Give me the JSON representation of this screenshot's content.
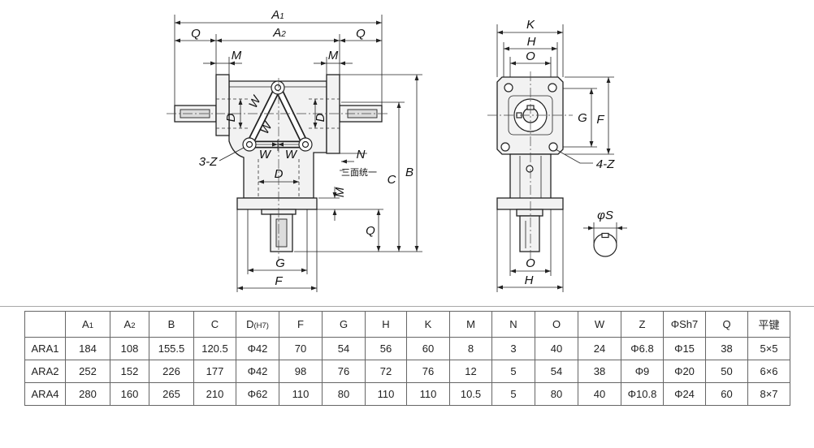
{
  "drawing": {
    "front_view": {
      "a1": {
        "main": "A",
        "sub": "1"
      },
      "a2": {
        "main": "A",
        "sub": "2"
      },
      "q_left": "Q",
      "q_right": "Q",
      "m_left": "M",
      "m_right": "M",
      "w_diagonal_upper": "W",
      "w_diagonal_lower": "W",
      "w_bottom_left": "W",
      "w_bottom_right": "W",
      "d_left": "D",
      "d_right": "D",
      "d_bottom": "D",
      "pivot_holes": "3-Z",
      "n": "N",
      "note": "三面统一",
      "m_vertical": "M",
      "c": "C",
      "b": "B",
      "q_vertical": "Q",
      "g": "G",
      "f": "F"
    },
    "side_view": {
      "k": "K",
      "h_top": "H",
      "o_top": "O",
      "g": "G",
      "f": "F",
      "mount_holes": "4-Z",
      "o_bottom": "O",
      "h_bottom": "H"
    },
    "shaft_section": {
      "s": "φS"
    }
  },
  "table": {
    "headers": [
      {
        "main": "A",
        "sub": "1"
      },
      {
        "main": "A",
        "sub": "2"
      },
      {
        "main": "B"
      },
      {
        "main": "C"
      },
      {
        "main": "D",
        "sub": "(H7)"
      },
      {
        "main": "F"
      },
      {
        "main": "G"
      },
      {
        "main": "H"
      },
      {
        "main": "K"
      },
      {
        "main": "M"
      },
      {
        "main": "N"
      },
      {
        "main": "O"
      },
      {
        "main": "W"
      },
      {
        "main": "Z"
      },
      {
        "main": "ΦSh7"
      },
      {
        "main": "Q"
      },
      {
        "main": "平键"
      }
    ],
    "rows": [
      {
        "model": "ARA1",
        "values": [
          "184",
          "108",
          "155.5",
          "120.5",
          "Φ42",
          "70",
          "54",
          "56",
          "60",
          "8",
          "3",
          "40",
          "24",
          "Φ6.8",
          "Φ15",
          "38",
          "5×5"
        ]
      },
      {
        "model": "ARA2",
        "values": [
          "252",
          "152",
          "226",
          "177",
          "Φ42",
          "98",
          "76",
          "72",
          "76",
          "12",
          "5",
          "54",
          "38",
          "Φ9",
          "Φ20",
          "50",
          "6×6"
        ]
      },
      {
        "model": "ARA4",
        "values": [
          "280",
          "160",
          "265",
          "210",
          "Φ62",
          "110",
          "80",
          "110",
          "110",
          "10.5",
          "5",
          "80",
          "40",
          "Φ10.8",
          "Φ24",
          "60",
          "8×7"
        ]
      }
    ]
  }
}
